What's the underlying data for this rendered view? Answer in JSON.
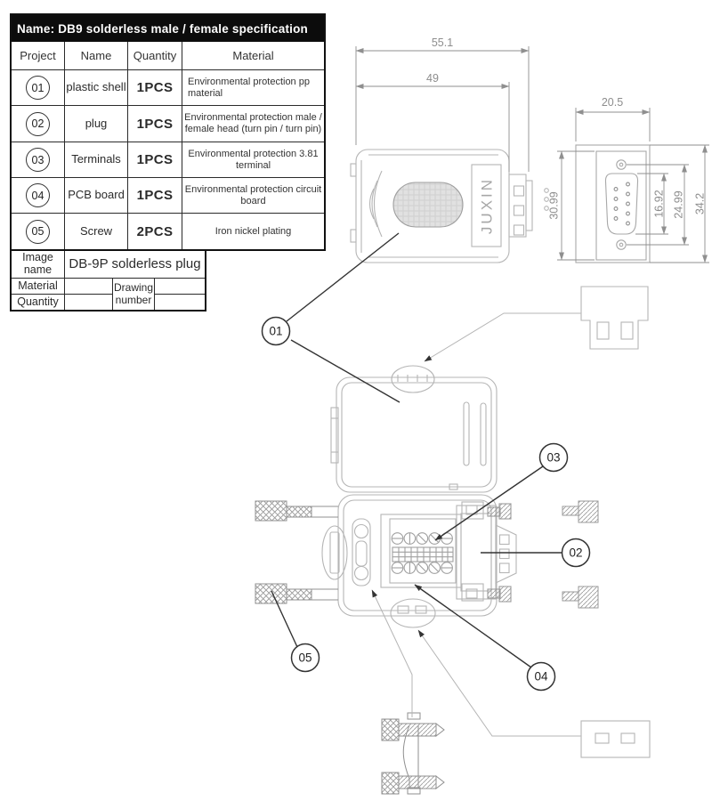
{
  "table": {
    "title": "Name: DB9 solderless male / female specification",
    "headers": {
      "project": "Project",
      "name": "Name",
      "quantity": "Quantity",
      "material": "Material"
    },
    "rows": [
      {
        "no": "01",
        "name": "plastic shell",
        "qty": "1PCS",
        "material": "Environmental protection pp material"
      },
      {
        "no": "02",
        "name": "plug",
        "qty": "1PCS",
        "material": "Environmental protection male / female head (turn pin / turn pin)"
      },
      {
        "no": "03",
        "name": "Terminals",
        "qty": "1PCS",
        "material": "Environmental protection 3.81 terminal"
      },
      {
        "no": "04",
        "name": "PCB board",
        "qty": "1PCS",
        "material": "Environmental protection circuit board"
      },
      {
        "no": "05",
        "name": "Screw",
        "qty": "2PCS",
        "material": "Iron nickel plating"
      }
    ],
    "footer": {
      "image_name_label": "Image name",
      "image_name_value": "DB-9P solderless plug",
      "material_label": "Material",
      "quantity_label": "Quantity",
      "drawing_label": "Drawing",
      "number_label": "number"
    }
  },
  "drawing": {
    "brand": "JUXIN",
    "dims": {
      "overall_width": "55.1",
      "body_width": "49",
      "face_width": "20.5",
      "face_inner_height": "30.99",
      "pin_field_height": "16.92",
      "screw_span": "24.99",
      "face_height": "34.2"
    },
    "callouts": {
      "c01": "01",
      "c02": "02",
      "c03": "03",
      "c04": "04",
      "c05": "05"
    },
    "colors": {
      "line": "#b5b5b5",
      "dim": "#8f8f8f",
      "leader": "#333333",
      "table_header_bg": "#0c0c0c"
    }
  }
}
